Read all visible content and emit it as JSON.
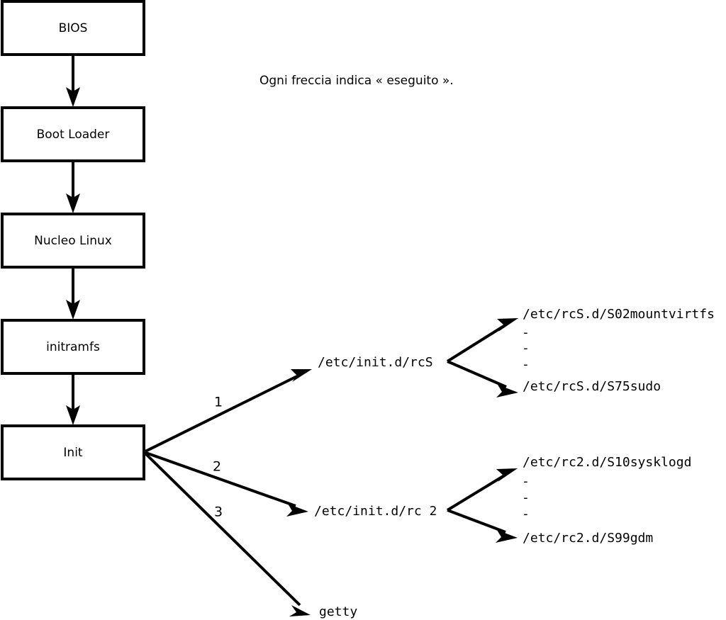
{
  "caption": {
    "text": "Ogni freccia indica « eseguito »."
  },
  "boot_chain": {
    "nodes": [
      {
        "label": "BIOS"
      },
      {
        "label": "Boot Loader"
      },
      {
        "label": "Nucleo Linux"
      },
      {
        "label": "initramfs"
      },
      {
        "label": "Init"
      }
    ]
  },
  "init_branches": [
    {
      "number": "1",
      "target": "/etc/init.d/rcS"
    },
    {
      "number": "2",
      "target": "/etc/init.d/rc 2"
    },
    {
      "number": "3",
      "target": "getty"
    }
  ],
  "rcs_scripts": {
    "first": "/etc/rcS.d/S02mountvirtfs",
    "ellipsis": [
      "-",
      "-",
      "-"
    ],
    "last": "/etc/rcS.d/S75sudo"
  },
  "rc2_scripts": {
    "first": "/etc/rc2.d/S10sysklogd",
    "ellipsis": [
      "-",
      "-",
      "-"
    ],
    "last": "/etc/rc2.d/S99gdm"
  },
  "colors": {
    "stroke": "#000000",
    "fill": "#ffffff",
    "background": "#ffffff"
  }
}
